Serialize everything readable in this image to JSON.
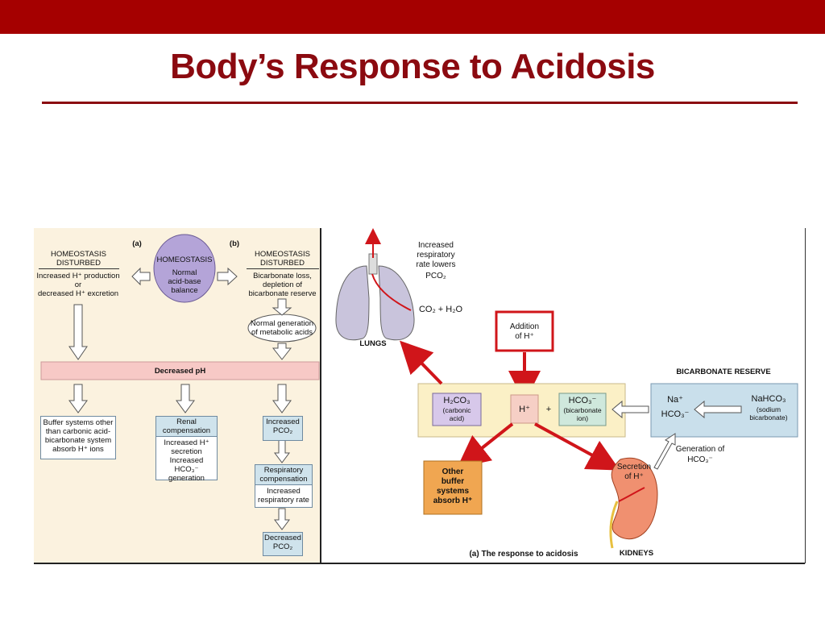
{
  "slide": {
    "title": "Body’s Response to Acidosis"
  },
  "colors": {
    "accent": "#a50000",
    "title": "#8b0a10",
    "ph_band": "#f7c9c6",
    "panel_left_bg": "#fbf2df",
    "homeostasis_circle": "#b4a4d8",
    "blue_box": "#cfe3ec",
    "yellow_band": "#fbf0c6",
    "orange_box": "#f0a651",
    "red_arrow": "#d0151a"
  },
  "left_diagram": {
    "label_a": "(a)",
    "label_b": "(b)",
    "disturbed_left_1": "HOMEOSTASIS",
    "disturbed_left_2": "DISTURBED",
    "disturbed_left_text_1": "Increased H⁺ production",
    "disturbed_left_text_2": "or",
    "disturbed_left_text_3": "decreased H⁺ excretion",
    "homeostasis_title": "HOMEOSTASIS",
    "homeostasis_text_1": "Normal",
    "homeostasis_text_2": "acid-base",
    "homeostasis_text_3": "balance",
    "disturbed_right_1": "HOMEOSTASIS",
    "disturbed_right_2": "DISTURBED",
    "disturbed_right_text_1": "Bicarbonate loss,",
    "disturbed_right_text_2": "depletion of",
    "disturbed_right_text_3": "bicarbonate reserve",
    "normal_gen_1": "Normal generation",
    "normal_gen_2": "of metabolic acids",
    "decreased_ph": "Decreased pH",
    "buffer_1": "Buffer systems other",
    "buffer_2": "than carbonic acid-",
    "buffer_3": "bicarbonate system",
    "buffer_4": "absorb H⁺ ions",
    "renal_head_1": "Renal",
    "renal_head_2": "compensation",
    "renal_body_1": "Increased H⁺",
    "renal_body_2": "secretion",
    "renal_body_3": "Increased HCO₃⁻",
    "renal_body_4": "generation",
    "inc_pco2_1": "Increased",
    "inc_pco2_2": "PCO₂",
    "resp_head_1": "Respiratory",
    "resp_head_2": "compensation",
    "resp_body_1": "Increased",
    "resp_body_2": "respiratory rate",
    "dec_pco2_1": "Decreased",
    "dec_pco2_2": "PCO₂"
  },
  "right_diagram": {
    "resp_note_1": "Increased",
    "resp_note_2": "respiratory",
    "resp_note_3": "rate lowers",
    "resp_note_4": "PCO₂",
    "co2_h2o": "CO₂ + H₂O",
    "lungs": "LUNGS",
    "addition_1": "Addition",
    "addition_2": "of H⁺",
    "bicarb_reserve": "BICARBONATE RESERVE",
    "h2co3": "H₂CO₃",
    "h2co3_sub_1": "(carbonic",
    "h2co3_sub_2": "acid)",
    "h_ion": "H⁺",
    "plus": "+",
    "hco3": "HCO₃⁻",
    "hco3_sub_1": "(bicarbonate",
    "hco3_sub_2": "ion)",
    "na": "Na⁺",
    "na_hco3": "HCO₃⁻",
    "nahco3": "NaHCO₃",
    "nahco3_sub_1": "(sodium",
    "nahco3_sub_2": "bicarbonate)",
    "generation_1": "Generation of",
    "generation_2": "HCO₃⁻",
    "other_buffer_1": "Other",
    "other_buffer_2": "buffer",
    "other_buffer_3": "systems",
    "other_buffer_4": "absorb H⁺",
    "secretion_1": "Secretion",
    "secretion_2": "of H⁺",
    "kidneys": "KIDNEYS",
    "caption": "(a) The response to acidosis"
  }
}
